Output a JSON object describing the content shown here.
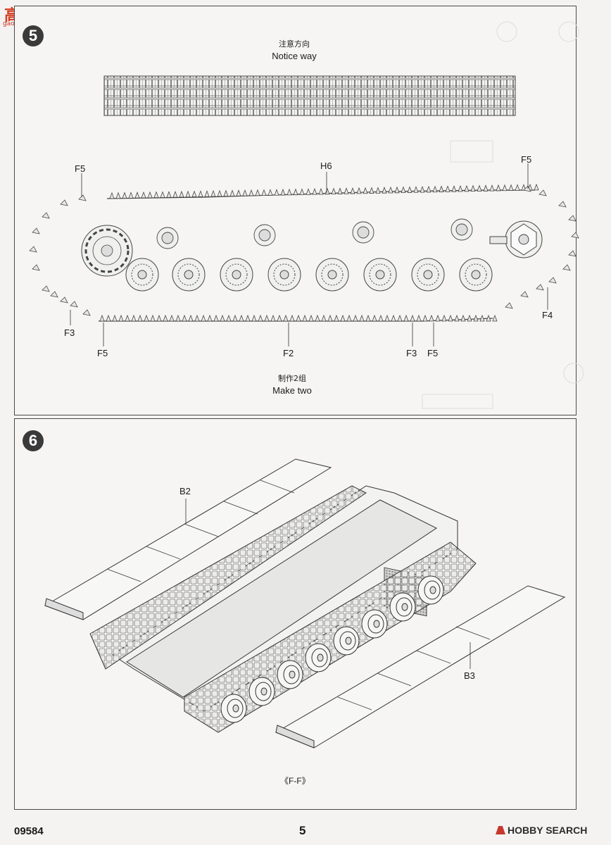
{
  "watermark": {
    "title": "高手网",
    "url": "gao-shou.com"
  },
  "steps": [
    {
      "number": "5",
      "notice": {
        "cn": "注意方向",
        "en": "Notice way"
      },
      "labels": {
        "h6": "H6",
        "f5_top_left": "F5",
        "f5_top_right": "F5",
        "f3_left": "F3",
        "f5_bottom_left": "F5",
        "f2": "F2",
        "f3_bottom": "F3",
        "f5_bottom_right": "F5",
        "f4": "F4"
      },
      "make": {
        "cn": "制作2组",
        "en": "Make two"
      }
    },
    {
      "number": "6",
      "labels": {
        "b2": "B2",
        "b3": "B3"
      },
      "section": "《F-F》"
    }
  ],
  "footer": {
    "code": "09584",
    "page": "5",
    "brand": "HOBBY SEARCH"
  }
}
